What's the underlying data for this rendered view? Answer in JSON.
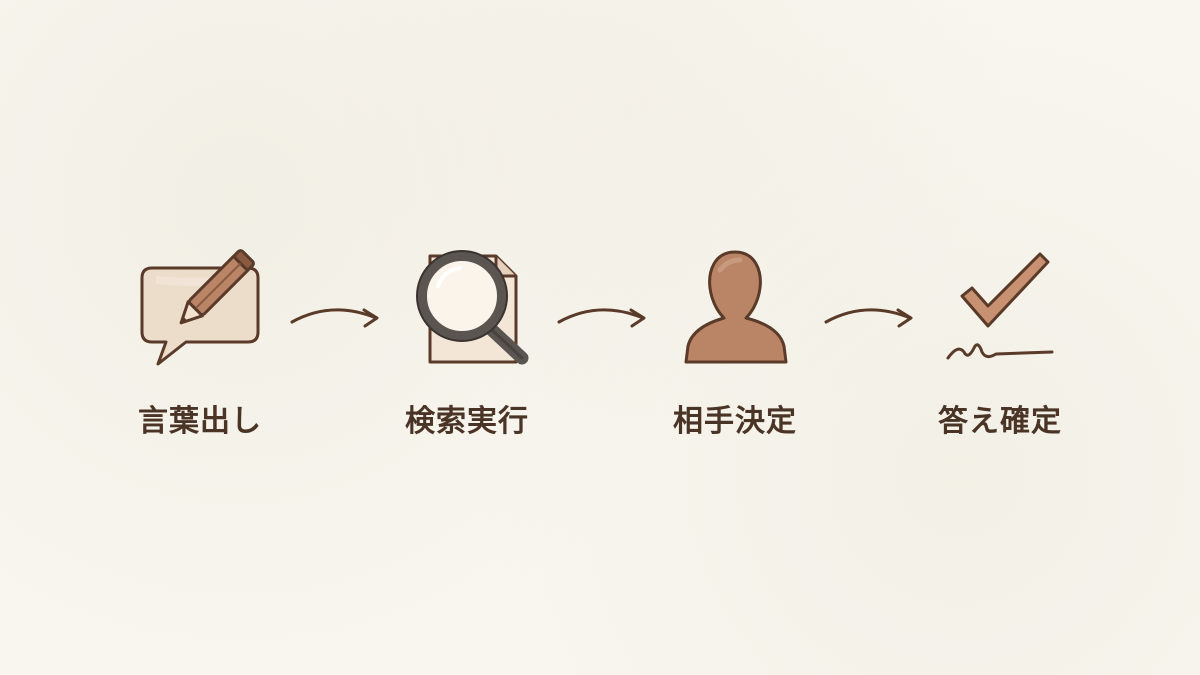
{
  "steps": [
    {
      "label": "言葉出し",
      "icon": "speech-bubble-pencil-icon"
    },
    {
      "label": "検索実行",
      "icon": "document-magnifier-icon"
    },
    {
      "label": "相手決定",
      "icon": "person-silhouette-icon"
    },
    {
      "label": "答え確定",
      "icon": "checkmark-signature-icon"
    }
  ],
  "colors": {
    "background": "#f8f6ef",
    "text": "#4a3426",
    "outline": "#5a3a28",
    "fill_light": "#e9d6c2",
    "fill_brown": "#b98566",
    "magnifier_gray": "#5a5550"
  }
}
